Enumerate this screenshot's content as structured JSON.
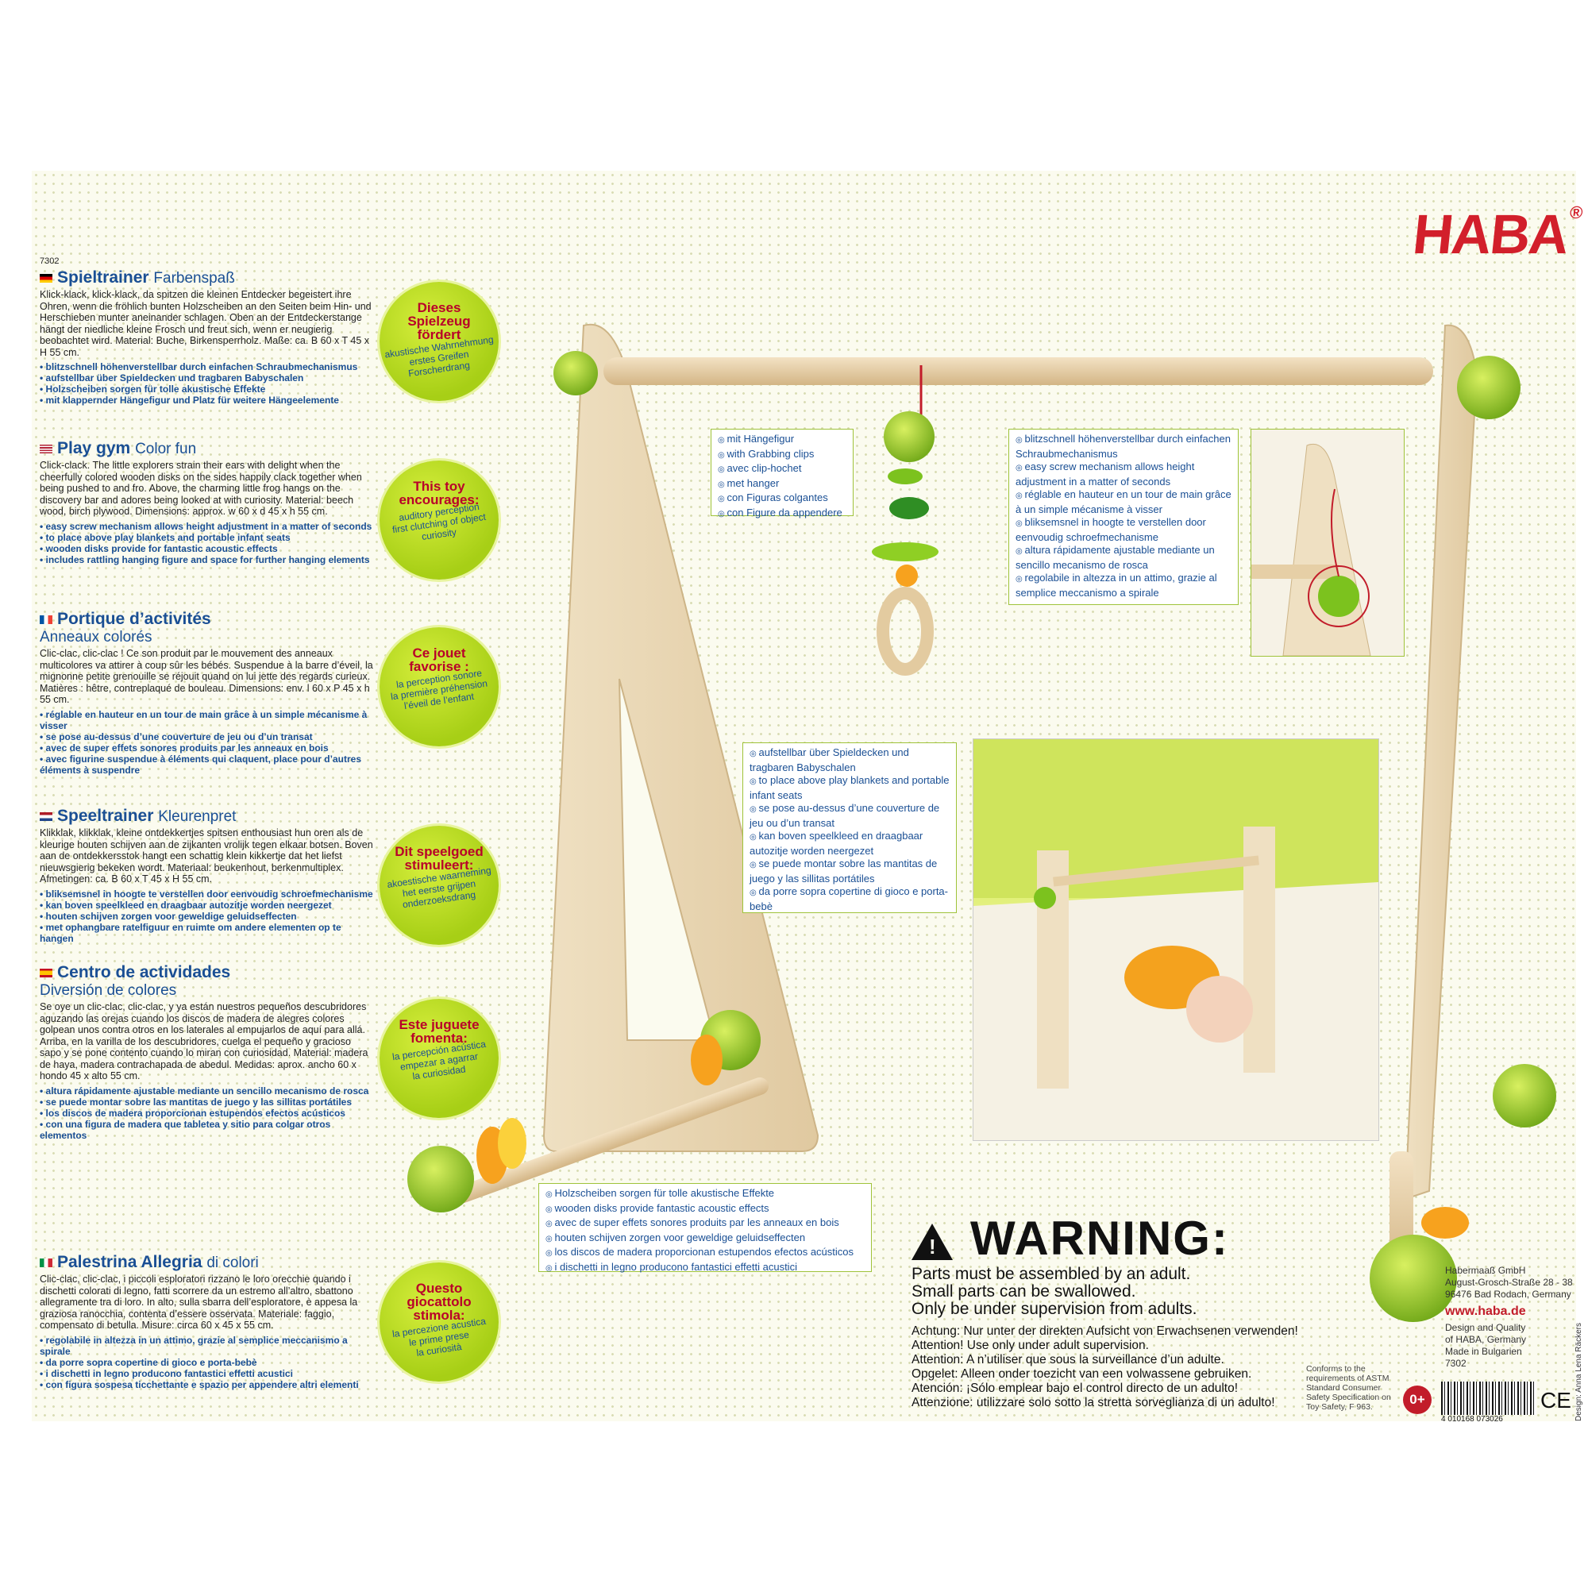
{
  "brand": {
    "name": "HABA",
    "reg": "®"
  },
  "article_number": "7302",
  "languages": [
    {
      "flag": "de",
      "title": "Spieltrainer",
      "subtitle": "Farbenspaß",
      "body": "Klick-klack, klick-klack, da spitzen die kleinen Entdecker begeistert ihre Ohren, wenn die fröhlich bunten Holzscheiben an den Seiten beim Hin- und Herschieben munter aneinander schlagen. Oben an der Entdeckerstange hängt der niedliche kleine Frosch und freut sich, wenn er neugierig beobachtet wird. Material: Buche, Birkensperrholz. Maße: ca. B 60 x T 45 x H 55 cm.",
      "bullets": [
        "blitzschnell höhenverstellbar durch einfachen Schraubmechanismus",
        "aufstellbar über Spieldecken und tragbaren Babyschalen",
        "Holzscheiben sorgen für tolle akustische Effekte",
        "mit klappernder Hängefigur und Platz für weitere Hängeelemente"
      ],
      "badge_title": "Dieses Spielzeug fördert",
      "badge_items": [
        "akustische Wahrnehmung",
        "erstes Greifen",
        "Forscherdrang"
      ]
    },
    {
      "flag": "us",
      "title": "Play gym",
      "subtitle": "Color fun",
      "body": "Click-clack. The little explorers strain their ears with delight when the cheerfully colored wooden disks on the sides happily clack together when being pushed to and fro. Above, the charming little frog hangs on the discovery bar and adores being looked at with curiosity. Material: beech wood, birch plywood. Dimensions: approx. w 60 x d 45 x h 55 cm.",
      "bullets": [
        "easy screw mechanism allows height adjustment in a matter of seconds",
        "to place above play blankets and portable infant seats",
        "wooden disks provide for fantastic acoustic effects",
        "includes rattling hanging figure and space for further hanging elements"
      ],
      "badge_title": "This toy encourages:",
      "badge_items": [
        "auditory perception",
        "first clutching of object",
        "curiosity"
      ]
    },
    {
      "flag": "fr",
      "title": "Portique d’activités",
      "subtitle2": "Anneaux colorés",
      "body": "Clic-clac, clic-clac ! Ce son produit par le mouvement des anneaux multicolores va attirer à coup sûr les bébés. Suspendue à la barre d’éveil, la mignonne petite grenouille se réjouit quand on lui jette des regards curieux. Matières : hêtre, contreplaqué de bouleau. Dimensions: env. l 60 x P 45 x h 55 cm.",
      "bullets": [
        "réglable en hauteur en un tour de main grâce à un simple mécanisme à visser",
        "se pose au-dessus d’une couverture de jeu ou d’un transat",
        "avec de super effets sonores produits par les anneaux en bois",
        "avec figurine suspendue à éléments qui claquent, place pour d’autres éléments à suspendre"
      ],
      "badge_title": "Ce jouet favorise :",
      "badge_items": [
        "la perception sonore",
        "la première préhension",
        "l’éveil de l’enfant"
      ]
    },
    {
      "flag": "nl",
      "title": "Speeltrainer",
      "subtitle": "Kleurenpret",
      "body": "Klikklak, klikklak, kleine ontdekkertjes spitsen enthousiast hun oren als de kleurige houten schijven aan de zijkanten vrolijk tegen elkaar botsen. Boven aan de ontdekkersstok hangt een schattig klein kikkertje dat het liefst nieuwsgierig bekeken wordt. Materiaal: beukenhout, berkenmultiplex. Afmetingen: ca. B 60 x T 45 x H 55 cm.",
      "bullets": [
        "bliksemsnel in hoogte te verstellen door eenvoudig schroefmechanisme",
        "kan boven speelkleed en draagbaar autozitje worden neergezet",
        "houten schijven zorgen voor geweldige geluidseffecten",
        "met ophangbare ratelfiguur en ruimte om andere elementen op te hangen"
      ],
      "badge_title": "Dit speelgoed stimuleert:",
      "badge_items": [
        "akoestische waarneming",
        "het eerste grijpen",
        "onderzoeksdrang"
      ]
    },
    {
      "flag": "es",
      "title": "Centro de actividades",
      "subtitle2": "Diversión de colores",
      "body": "Se oye un clic-clac, clic-clac, y ya están nuestros pequeños descubridores aguzando las orejas cuando los discos de madera de alegres colores golpean unos contra otros en los laterales al empujarlos de aquí para allá. Arriba, en la varilla de los descubridores, cuelga el pequeño y gracioso sapo y se pone contento cuando lo miran con curiosidad. Material: madera de haya, madera contrachapada de abedul. Medidas: aprox. ancho 60 x hondo 45 x alto 55 cm.",
      "bullets": [
        "altura rápidamente ajustable mediante un sencillo mecanismo de rosca",
        "se puede montar sobre las mantitas de juego y las sillitas portátiles",
        "los discos de madera proporcionan estupendos efectos acústicos",
        "con una figura de madera que tabletea y sitio para colgar otros elementos"
      ],
      "badge_title": "Este juguete fomenta:",
      "badge_items": [
        "la percepción acústica",
        "empezar a agarrar",
        "la curiosidad"
      ]
    },
    {
      "flag": "it",
      "title": "Palestrina Allegria",
      "subtitle": "di colori",
      "body": "Clic-clac, clic-clac, i piccoli esploratori rizzano le loro orecchie quando i dischetti colorati di legno, fatti scorrere da un estremo all’altro, sbattono allegramente tra di loro. In alto, sulla sbarra dell’esploratore, è appesa la graziosa ranocchia, contenta d’essere osservata. Materiale: faggio, compensato di betulla. Misure: circa 60 x 45 x 55 cm.",
      "bullets": [
        "regolabile in altezza in un attimo, grazie al semplice meccanismo a spirale",
        "da porre sopra copertine di gioco e porta-bebè",
        "i dischetti in legno producono fantastici effetti acustici",
        "con figura sospesa ticchettante e spazio per appendere altri elementi"
      ],
      "badge_title": "Questo giocattolo stimola:",
      "badge_items": [
        "la percezione acustica",
        "le prime prese",
        "la curiosità"
      ]
    }
  ],
  "callouts": {
    "hanger": [
      "mit Hängefigur",
      "with Grabbing clips",
      "avec clip-hochet",
      "met hanger",
      "con Figuras colgantes",
      "con Figure da appendere"
    ],
    "screw": [
      "blitzschnell höhenverstellbar durch einfachen Schraubmechanismus",
      "easy screw mechanism allows height adjustment in a matter of seconds",
      "réglable en hauteur en un tour de main grâce à un simple mécanisme à visser",
      "bliksemsnel in hoogte te verstellen door eenvoudig schroefmechanisme",
      "altura rápidamente ajustable mediante un sencillo mecanismo de rosca",
      "regolabile in altezza in un attimo, grazie al semplice meccanismo a spirale"
    ],
    "place": [
      "aufstellbar über Spieldecken und tragbaren Babyschalen",
      "to place above play blankets and portable infant seats",
      "se pose au-dessus d’une couverture de jeu ou d’un transat",
      "kan boven speelkleed en draagbaar autozitje worden neergezet",
      "se puede montar sobre las mantitas de juego y las sillitas portátiles",
      "da porre sopra copertine di gioco e porta-bebè"
    ],
    "disks": [
      "Holzscheiben sorgen für tolle akustische Effekte",
      "wooden disks provide fantastic acoustic effects",
      "avec de super effets sonores produits par les anneaux en bois",
      "houten schijven zorgen voor geweldige geluidseffecten",
      "los discos de madera proporcionan estupendos efectos acústicos",
      "i dischetti in legno producono fantastici effetti acustici"
    ]
  },
  "warning": {
    "title": "WARNING:",
    "lines_en": [
      "Parts must be assembled by an adult.",
      "Small parts can be swallowed.",
      "Only be under supervision from adults."
    ],
    "lines_multi": [
      "Achtung: Nur unter der direkten Aufsicht von Erwachsenen verwenden!",
      "Attention! Use only under adult supervision.",
      "Attention: A n’utiliser que sous la surveillance d’un adulte.",
      "Opgelet: Alleen onder toezicht van een volwassene gebruiken.",
      "Atención: ¡Sólo emplear bajo el control directo de un adulto!",
      "Attenzione: utilizzare solo sotto la stretta sorveglianza di un adulto!"
    ]
  },
  "company": {
    "lines": [
      "Habermaaß GmbH",
      "August-Grosch-Straße 28 - 38",
      "96476 Bad Rodach, Germany"
    ],
    "web": "www.haba.de",
    "lines2": [
      "Design and Quality",
      "of HABA, Germany",
      "Made in Bulgarien",
      "7302"
    ]
  },
  "astm": "Conforms to the requirements of ASTM Standard Consumer Safety Specification on Toy Safety, F 963.",
  "age_mark": "0+",
  "barcode_number": "4 010168 073026",
  "ce_mark": "CE",
  "design_credit": "Design: Anna Lena Räckers"
}
